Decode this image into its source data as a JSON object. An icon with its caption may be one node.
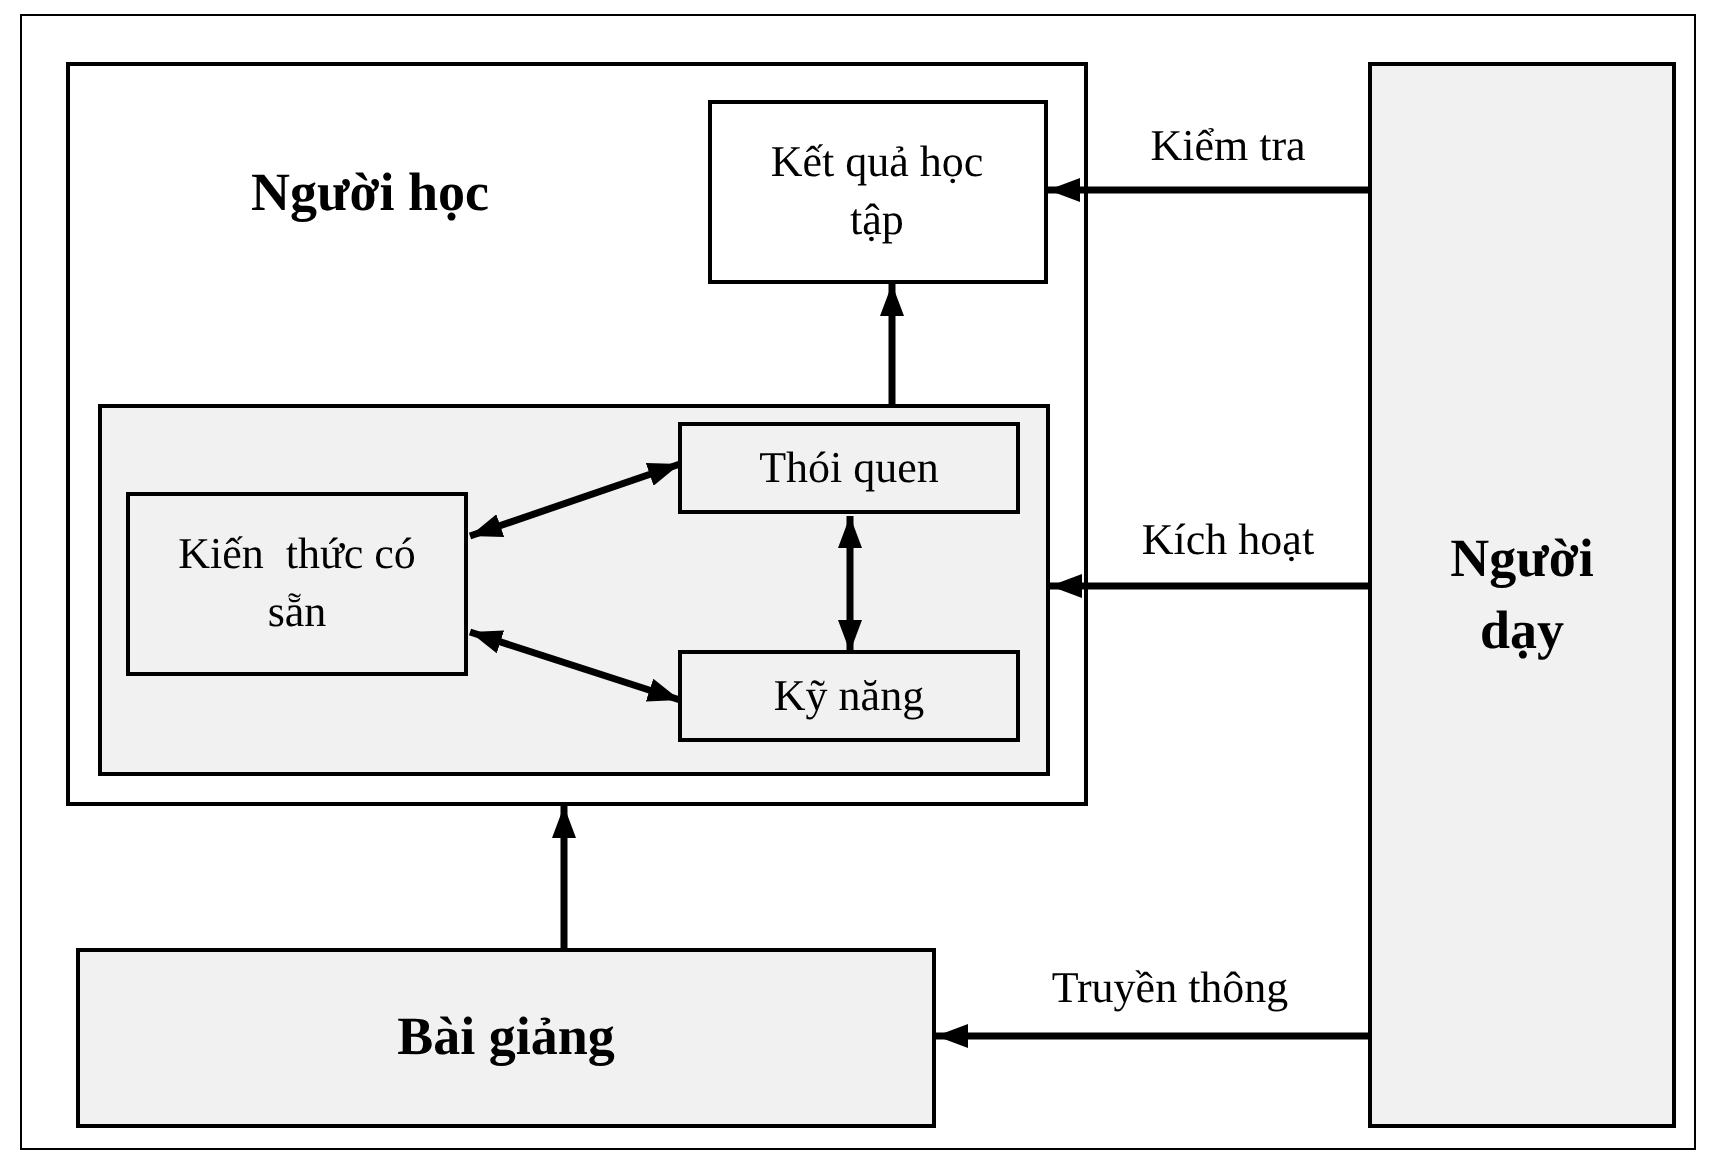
{
  "diagram": {
    "nodes": [
      {
        "text": [
          "Người học"
        ]
      },
      {
        "text": [
          "Kết quả học tập"
        ],
        "in": 0
      },
      {
        "text": [],
        "shape": "box",
        "in": 0
      },
      {
        "text": [
          "Kiến  thức có sẵn"
        ],
        "in": 2
      },
      {
        "text": [
          "Thói quen"
        ],
        "in": 2
      },
      {
        "text": [
          "Kỹ năng"
        ],
        "in": 2
      },
      {
        "text": [
          "Người dạy"
        ]
      },
      {
        "text": [
          "Bài giảng"
        ]
      }
    ],
    "edges": [
      {
        "from": 6,
        "to": 1,
        "arrow": "to",
        "label": "Kiểm tra"
      },
      {
        "from": 6,
        "to": 2,
        "arrow": "to",
        "label": "Kích hoạt"
      },
      {
        "from": 6,
        "to": 7,
        "arrow": "to",
        "label": "Truyền thông"
      },
      {
        "from": 2,
        "to": 1,
        "arrow": "to"
      },
      {
        "from": 7,
        "to": 0,
        "arrow": "to"
      },
      {
        "from": 3,
        "to": 4,
        "arrow": "both"
      },
      {
        "from": 3,
        "to": 5,
        "arrow": "both"
      },
      {
        "from": 4,
        "to": 5,
        "arrow": "both"
      }
    ]
  }
}
